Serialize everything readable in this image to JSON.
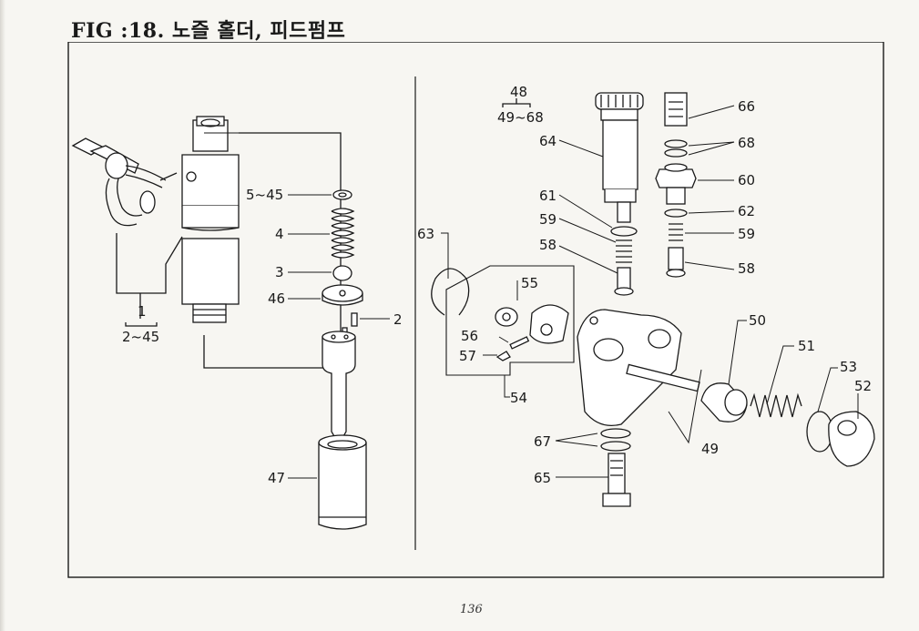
{
  "page": {
    "title": "FIG :18. 노즐 홀더, 피드펌프",
    "page_number": "136"
  },
  "labels": {
    "l1": "1",
    "l2_45_bottom": "2~45",
    "l5_45": "5~45",
    "l4": "4",
    "l3": "3",
    "l46": "46",
    "l2": "2",
    "l47": "47",
    "l48": "48",
    "l49_68": "49~68",
    "l64": "64",
    "l61": "61",
    "l59a": "59",
    "l58a": "58",
    "l63": "63",
    "l55": "55",
    "l56": "56",
    "l57": "57",
    "l54": "54",
    "l67": "67",
    "l65": "65",
    "l49": "49",
    "l50": "50",
    "l51": "51",
    "l53": "53",
    "l52": "52",
    "l66": "66",
    "l68": "68",
    "l60": "60",
    "l62": "62",
    "l59b": "59",
    "l58b": "58"
  }
}
